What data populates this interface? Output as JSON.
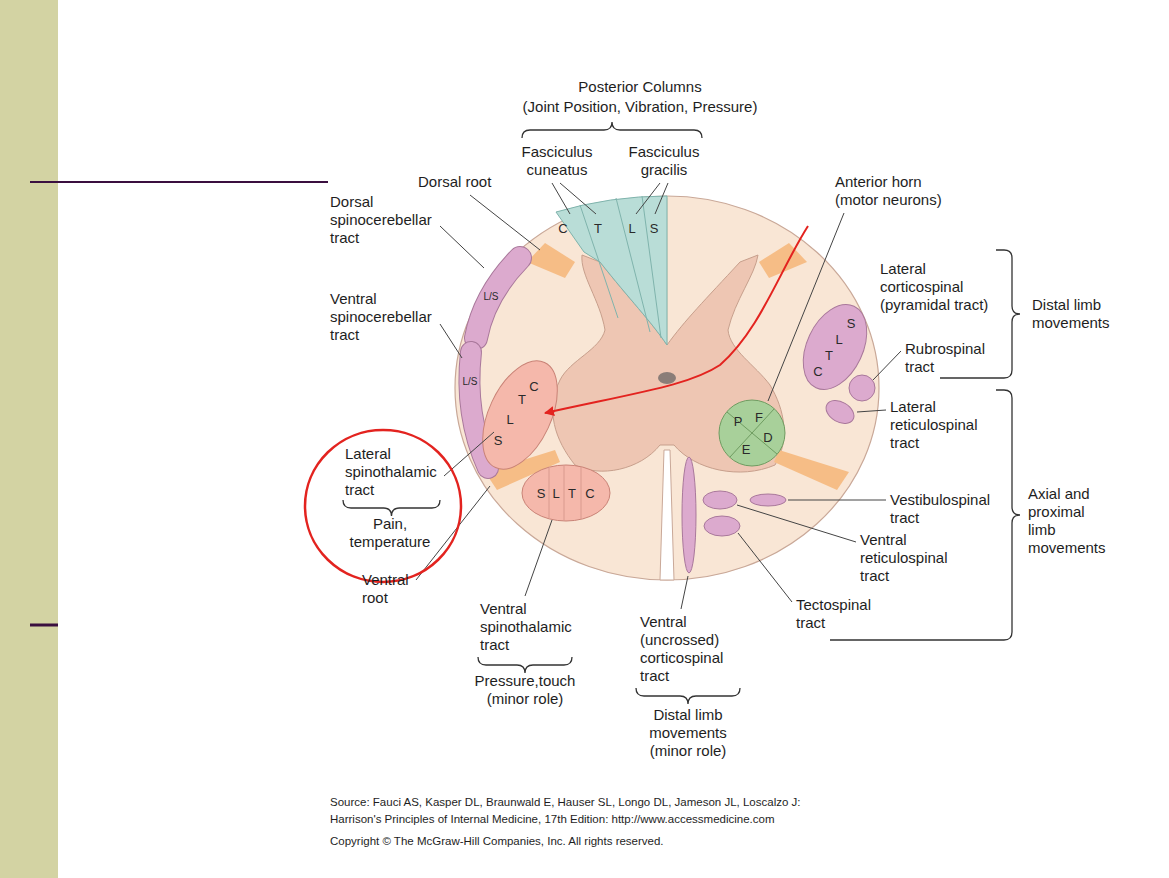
{
  "diagram": {
    "nodes": [
      {
        "text": [
          "C",
          "T"
        ]
      },
      {
        "text": [
          "L",
          "S"
        ]
      },
      {
        "text": [
          "L/S"
        ]
      },
      {
        "text": [
          "L/S"
        ]
      },
      {
        "text": [
          "S",
          "L",
          "T",
          "C"
        ]
      },
      {
        "text": [
          "S",
          "L",
          "T",
          "C"
        ]
      },
      {
        "text": [
          "C",
          "T",
          "L",
          "S"
        ]
      },
      {
        "text": [
          "P",
          "F",
          "D",
          "E"
        ]
      },
      {
        "text": [
          "Lateral spinothalamic tract",
          "Pain, temperature"
        ]
      }
    ],
    "labels": [
      "Posterior Columns",
      "(Joint Position, Vibration, Pressure)",
      "Fasciculus cuneatus",
      "Fasciculus gracilis",
      "Dorsal root",
      "Dorsal spinocerebellar tract",
      "Ventral spinocerebellar tract",
      "Anterior horn (motor neurons)",
      "Lateral corticospinal (pyramidal tract)",
      "Rubrospinal tract",
      "Distal limb movements",
      "Lateral reticulospinal tract",
      "Axial and proximal limb movements",
      "Vestibulospinal tract",
      "Ventral reticulospinal tract",
      "Tectospinal tract",
      "Ventral root",
      "Ventral spinothalamic tract",
      "Pressure,touch (minor role)",
      "Ventral (uncrossed) corticospinal tract",
      "Distal limb movements (minor role)",
      "Source: Fauci AS, Kasper DL, Braunwald E, Hauser SL, Longo DL, Jameson JL, Loscalzo J:",
      "Harrison's Principles of Internal Medicine, 17th Edition: http://www.accessmedicine.com",
      "Copyright © The McGraw-Hill Companies, Inc. All rights reserved."
    ]
  }
}
